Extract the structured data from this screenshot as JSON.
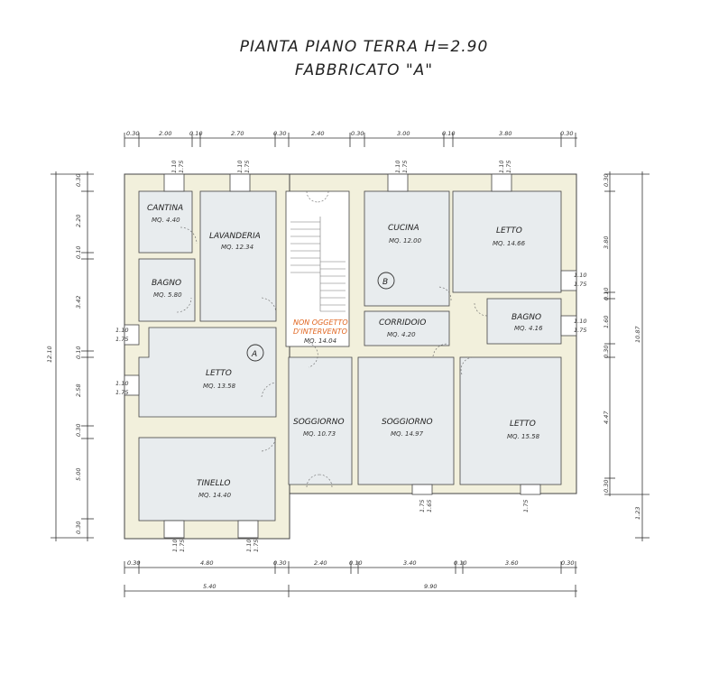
{
  "title": {
    "line1": "PIANTA PIANO TERRA H=2.90",
    "line2": "FABBRICATO \"A\""
  },
  "colors": {
    "wall": "#f2f0dc",
    "wall_stroke": "#444444",
    "room": "#e8ecee",
    "note": "#e0641e"
  },
  "rooms": [
    {
      "id": "cantina",
      "name": "CANTINA",
      "area": "MQ. 4.40"
    },
    {
      "id": "lavanderia",
      "name": "LAVANDERIA",
      "area": "MQ. 12.34"
    },
    {
      "id": "bagno-a",
      "name": "BAGNO",
      "area": "MQ. 5.80"
    },
    {
      "id": "letto-a",
      "name": "LETTO",
      "area": "MQ. 13.58"
    },
    {
      "id": "tinello",
      "name": "TINELLO",
      "area": "MQ. 14.40"
    },
    {
      "id": "scala",
      "name": "",
      "area": "MQ. 14.04"
    },
    {
      "id": "soggiorno-a",
      "name": "SOGGIORNO",
      "area": "MQ. 10.73"
    },
    {
      "id": "cucina",
      "name": "CUCINA",
      "area": "MQ. 12.00"
    },
    {
      "id": "letto-b1",
      "name": "LETTO",
      "area": "MQ. 14.66"
    },
    {
      "id": "corridoio",
      "name": "CORRIDOIO",
      "area": "MQ. 4.20"
    },
    {
      "id": "bagno-b",
      "name": "BAGNO",
      "area": "MQ. 4.16"
    },
    {
      "id": "soggiorno-b",
      "name": "SOGGIORNO",
      "area": "MQ. 14.97"
    },
    {
      "id": "letto-b2",
      "name": "LETTO",
      "area": "MQ. 15.58"
    }
  ],
  "note": {
    "line1": "NON OGGETTO",
    "line2": "D'INTERVENTO"
  },
  "unit_labels": [
    "A",
    "B"
  ],
  "dims": {
    "top": [
      "0.30",
      "2.00",
      "0.10",
      "2.70",
      "0.30",
      "2.40",
      "0.30",
      "3.00",
      "0.10",
      "3.80",
      "0.30"
    ],
    "bottom1": [
      "0.30",
      "4.80",
      "0.30",
      "2.40",
      "0.10",
      "3.40",
      "0.10",
      "3.60",
      "0.30"
    ],
    "bottom2": [
      "5.40",
      "9.90"
    ],
    "left": [
      "0.30",
      "2.20",
      "0.10",
      "3.42",
      "0.10",
      "2.58",
      "0.30",
      "5.00",
      "0.30"
    ],
    "left_total": "12.10",
    "right": [
      "0.30",
      "3.80",
      "0.10",
      "1.60",
      "0.30",
      "4.47",
      "0.30"
    ],
    "right_total": "10.87",
    "right_end": "1.23"
  },
  "windows": {
    "w110_top": "1.10",
    "w175": "1.75",
    "w165": "1.65"
  }
}
